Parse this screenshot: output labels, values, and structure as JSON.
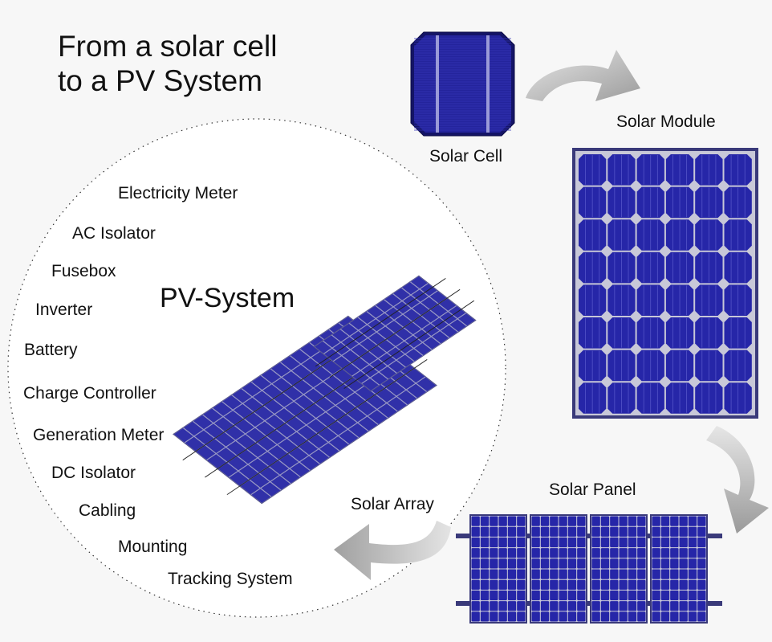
{
  "title": {
    "line1": "From a solar cell",
    "line2": "to a PV System"
  },
  "labels": {
    "solar_cell": "Solar Cell",
    "solar_module": "Solar Module",
    "solar_panel": "Solar Panel",
    "solar_array": "Solar Array",
    "pv_system": "PV-System"
  },
  "components": [
    "Electricity Meter",
    "AC Isolator",
    "Fusebox",
    "Inverter",
    "Battery",
    "Charge Controller",
    "Generation Meter",
    "DC Isolator",
    "Cabling",
    "Mounting",
    "Tracking System"
  ],
  "colors": {
    "cell_blue": "#24249c",
    "cell_dark": "#141466",
    "module_blue": "#2626a8",
    "frame": "#3a3a7a",
    "arrow": "#b8b8b8",
    "background": "#f7f7f7"
  }
}
